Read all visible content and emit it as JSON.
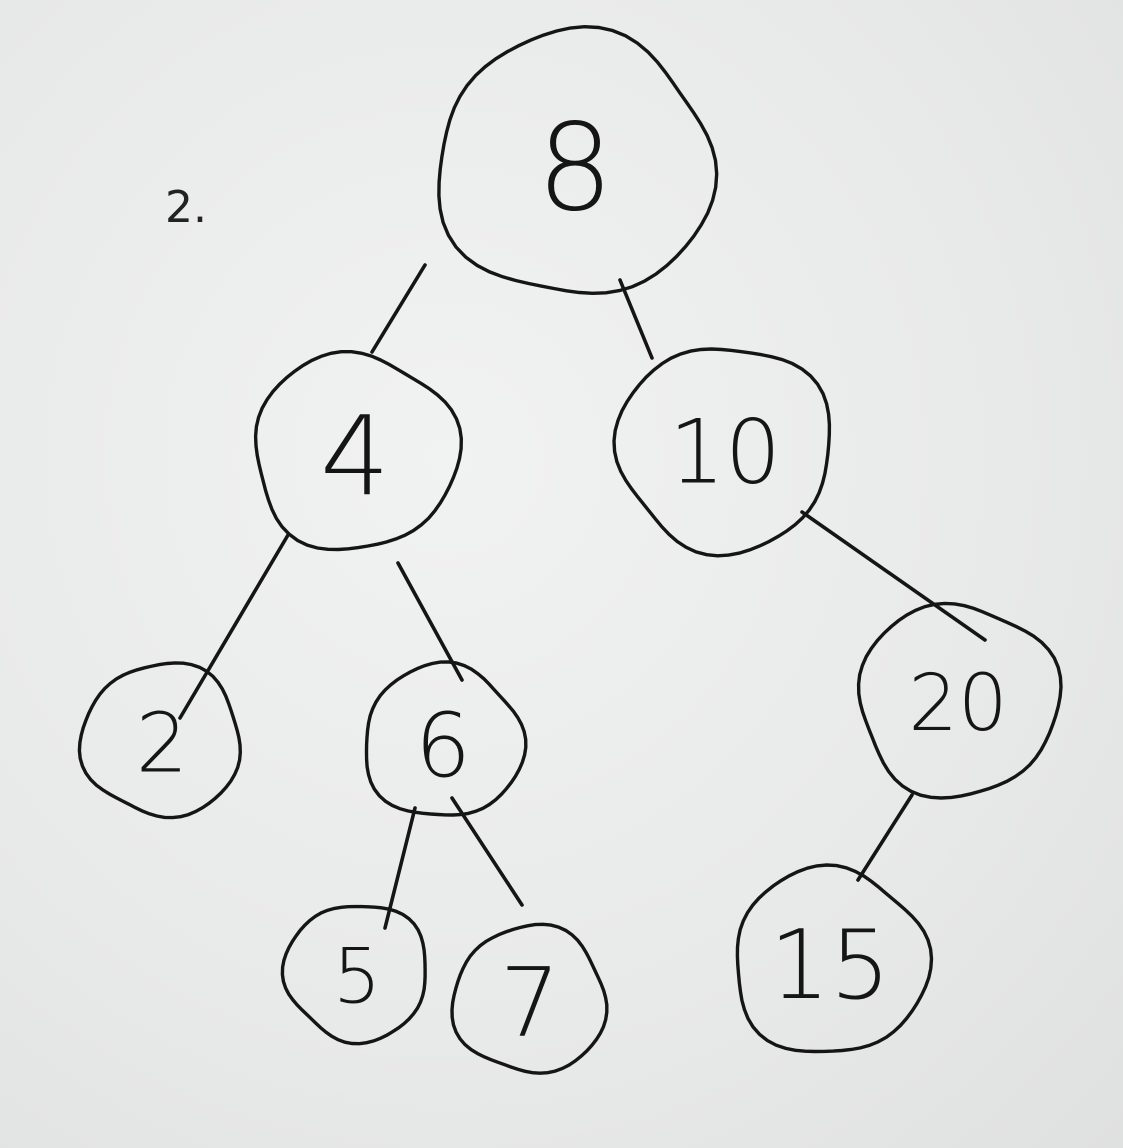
{
  "problem_number": "2.",
  "tree": {
    "nodes": [
      {
        "id": "n8",
        "label": "8"
      },
      {
        "id": "n4",
        "label": "4"
      },
      {
        "id": "n10",
        "label": "10"
      },
      {
        "id": "n2",
        "label": "2"
      },
      {
        "id": "n6",
        "label": "6"
      },
      {
        "id": "n20",
        "label": "20"
      },
      {
        "id": "n5",
        "label": "5"
      },
      {
        "id": "n7",
        "label": "7"
      },
      {
        "id": "n15",
        "label": "15"
      }
    ],
    "edges": [
      {
        "from": "n8",
        "to": "n4"
      },
      {
        "from": "n8",
        "to": "n10"
      },
      {
        "from": "n4",
        "to": "n2"
      },
      {
        "from": "n4",
        "to": "n6"
      },
      {
        "from": "n10",
        "to": "n20"
      },
      {
        "from": "n6",
        "to": "n5"
      },
      {
        "from": "n6",
        "to": "n7"
      },
      {
        "from": "n20",
        "to": "n15"
      }
    ]
  }
}
